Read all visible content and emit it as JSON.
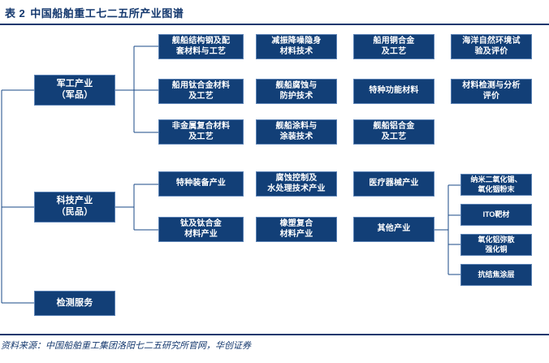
{
  "header": {
    "table_label": "表",
    "table_number": "2",
    "title": "中国船舶重工七二五所产业图谱"
  },
  "footer": {
    "source": "资料来源：中国船舶重工集团洛阳七二五研究所官网，华创证券"
  },
  "colors": {
    "box_fill": "#123f77",
    "box_border": "#5b82b5",
    "line": "#1a4a87",
    "text_heading": "#14386e",
    "box_text": "#ffffff"
  },
  "diagram": {
    "type": "tree",
    "root_label": "中国船舶重工七二五所",
    "level1": [
      {
        "id": "military",
        "label": "军工产业\n（军品）",
        "line1": "军工产业",
        "line2": "（军品）"
      },
      {
        "id": "tech",
        "label": "科技产业\n（民品）",
        "line1": "科技产业",
        "line2": "（民品）"
      },
      {
        "id": "testing",
        "label": "检测服务",
        "line1": "检测服务",
        "line2": ""
      }
    ],
    "military_children": [
      {
        "line1": "舰船结构钢及配",
        "line2": "套材料与工艺"
      },
      {
        "line1": "减振降噪隐身",
        "line2": "材料技术"
      },
      {
        "line1": "船用铜合金",
        "line2": "及工艺"
      },
      {
        "line1": "海洋自然环境试",
        "line2": "验及评价"
      },
      {
        "line1": "船用钛合金材料",
        "line2": "及工艺"
      },
      {
        "line1": "舰船腐蚀与",
        "line2": "防护技术"
      },
      {
        "line1": "特种功能材料",
        "line2": ""
      },
      {
        "line1": "材料检测与分析",
        "line2": "评价"
      },
      {
        "line1": "非金属复合材料",
        "line2": "及工艺"
      },
      {
        "line1": "舰船涂料与",
        "line2": "涂装技术"
      },
      {
        "line1": "舰船铝合金",
        "line2": "及工艺"
      }
    ],
    "tech_children": [
      {
        "line1": "特种装备产业",
        "line2": ""
      },
      {
        "line1": "腐蚀控制及",
        "line2": "水处理技术产业"
      },
      {
        "line1": "医疗器械产业",
        "line2": ""
      },
      {
        "line1": "钛及钛合金",
        "line2": "材料产业"
      },
      {
        "line1": "橡塑复合",
        "line2": "材料产业"
      },
      {
        "line1": "其他产业",
        "line2": ""
      }
    ],
    "other_children": [
      {
        "line1": "纳米二氧化锡、",
        "line2": "氧化铟粉末"
      },
      {
        "line1": "ITO靶材",
        "line2": ""
      },
      {
        "line1": "氧化铝弥散",
        "line2": "强化铜"
      },
      {
        "line1": "抗结焦涂层",
        "line2": ""
      }
    ]
  }
}
